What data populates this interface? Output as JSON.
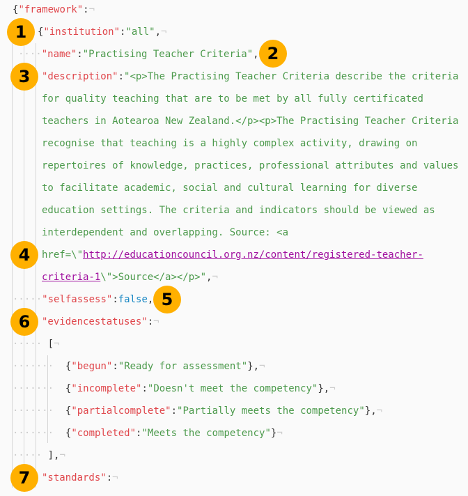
{
  "code": {
    "framework_key": "\"framework\"",
    "institution_key": "\"institution\"",
    "institution_value": "\"all\"",
    "name_key": "\"name\"",
    "name_value": "\"Practising Teacher Criteria\"",
    "description_key": "\"description\"",
    "description_value_before_link": "\"<p>The Practising Teacher Criteria describe the criteria for quality teaching that are to be met by all fully certificated teachers in Aotearoa New Zealand.</p><p>The Practising Teacher Criteria recognise that teaching is a highly complex activity, drawing on repertoires of knowledge, practices, professional attributes and values to facilitate academic, social and cultural learning for diverse education settings. The criteria and indicators should be viewed as interdependent and overlapping. Source: <a href=\\\"",
    "description_link": "http://educationcouncil.org.nz/content/registered-teacher-criteria-1",
    "description_value_after_link": "\\\">Source</a></p>\"",
    "selfassess_key": "\"selfassess\"",
    "selfassess_value": "false",
    "evidencestatuses_key": "\"evidencestatuses\"",
    "evidencestatuses": [
      {
        "key": "\"begun\"",
        "value": "\"Ready for assessment\"",
        "trail": "},"
      },
      {
        "key": "\"incomplete\"",
        "value": "\"Doesn't meet the competency\"",
        "trail": "},"
      },
      {
        "key": "\"partialcomplete\"",
        "value": "\"Partially meets the competency\"",
        "trail": "},"
      },
      {
        "key": "\"completed\"",
        "value": "\"Meets the competency\"",
        "trail": "}"
      }
    ],
    "standards_key": "\"standards\"",
    "pilcrow": "¬",
    "dots4": "····",
    "dots5": "·····",
    "dots7": "·······"
  },
  "badges": [
    "1",
    "2",
    "3",
    "4",
    "5",
    "6",
    "7"
  ],
  "colors": {
    "key": "#e0474c",
    "string": "#4c9a4c",
    "boolean": "#1a88c4",
    "link": "#a0109f",
    "badge": "#ffb000"
  }
}
